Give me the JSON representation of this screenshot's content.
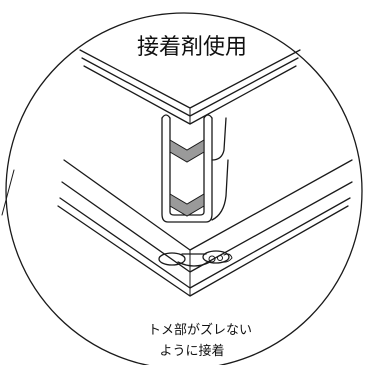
{
  "diagram": {
    "title": "接着剤使用",
    "note_line1": "トメ部がズレない",
    "note_line2": "ように接着",
    "colors": {
      "line": "#1a1a1a",
      "glue_band": "#9a9a9a",
      "background": "#ffffff"
    }
  }
}
